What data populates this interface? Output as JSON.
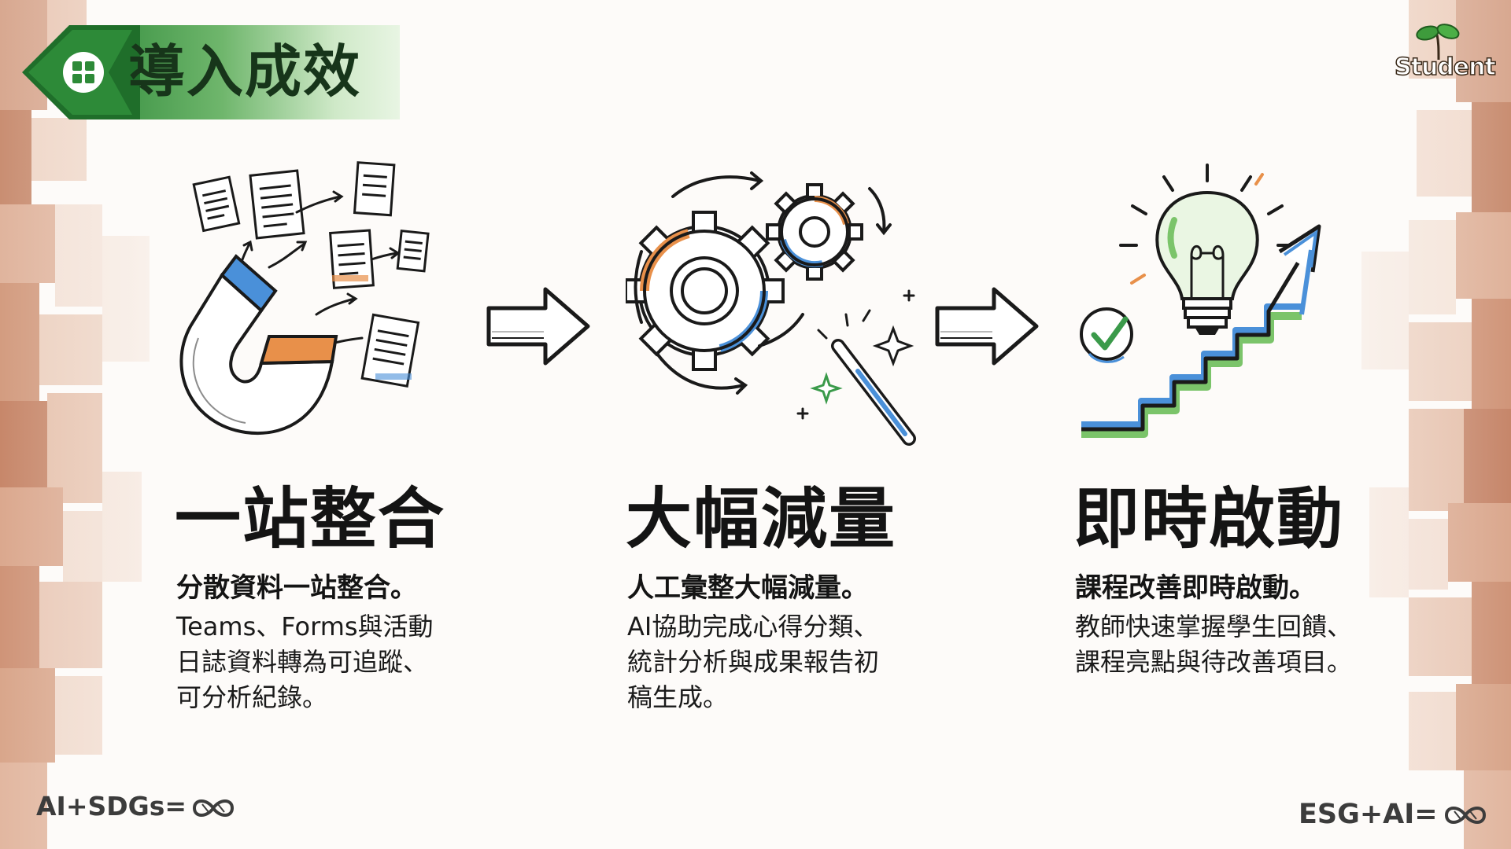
{
  "banner": {
    "title": "導入成效"
  },
  "logo": {
    "text": "Student"
  },
  "columns": [
    {
      "heading": "一站整合",
      "subtitle": "分散資料一站整合。",
      "lines": [
        "Teams、Forms與活動",
        "日誌資料轉為可追蹤、",
        "可分析紀錄。"
      ],
      "icon": "magnet-documents-icon"
    },
    {
      "heading": "大幅減量",
      "subtitle": "人工彙整大幅減量。",
      "lines": [
        "AI協助完成心得分類、",
        "統計分析與成果報告初",
        "稿生成。"
      ],
      "icon": "gears-magic-wand-icon"
    },
    {
      "heading": "即時啟動",
      "subtitle": "課程改善即時啟動。",
      "lines": [
        "教師快速掌握學生回饋、",
        "課程亮點與待改善項目。"
      ],
      "icon": "lightbulb-growth-icon"
    }
  ],
  "footer": {
    "left": "AI+SDGs=",
    "right": "ESG+AI="
  },
  "colors": {
    "accent_green": "#2f8a3a",
    "accent_blue": "#4a90d9",
    "accent_orange": "#e8904a",
    "text_dark": "#141414"
  }
}
